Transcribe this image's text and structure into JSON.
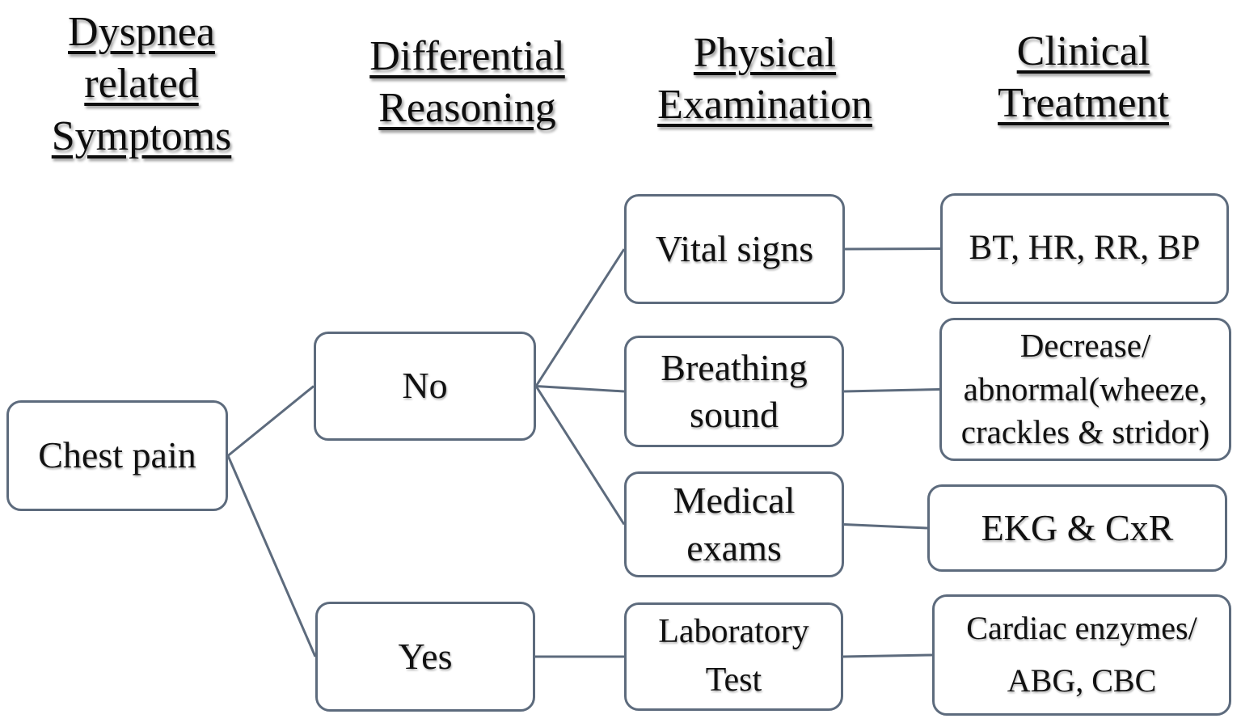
{
  "columns": [
    {
      "label": "Dyspnea\nrelated\nSymptoms"
    },
    {
      "label": "Differential\nReasoning"
    },
    {
      "label": "Physical\nExamination"
    },
    {
      "label": "Clinical\nTreatment"
    }
  ],
  "nodes": {
    "chest_pain": {
      "label": "Chest pain"
    },
    "no": {
      "label": "No"
    },
    "yes": {
      "label": "Yes"
    },
    "vital_signs": {
      "label": "Vital signs"
    },
    "breathing_sound": {
      "label": "Breathing\nsound"
    },
    "medical_exams": {
      "label": "Medical\nexams"
    },
    "laboratory_test": {
      "label": "Laboratory\nTest"
    },
    "bt_hr_rr_bp": {
      "label": "BT, HR, RR, BP"
    },
    "decrease_abnormal": {
      "label": "Decrease/\nabnormal(wheeze,\ncrackles & stridor)"
    },
    "ekg_cxr": {
      "label": "EKG & CxR"
    },
    "cardiac_enzymes": {
      "label": "Cardiac enzymes/\nABG, CBC"
    }
  },
  "edges": [
    {
      "from": "chest_pain",
      "to": "no"
    },
    {
      "from": "chest_pain",
      "to": "yes"
    },
    {
      "from": "no",
      "to": "vital_signs"
    },
    {
      "from": "no",
      "to": "breathing_sound"
    },
    {
      "from": "no",
      "to": "medical_exams"
    },
    {
      "from": "yes",
      "to": "laboratory_test"
    },
    {
      "from": "vital_signs",
      "to": "bt_hr_rr_bp"
    },
    {
      "from": "breathing_sound",
      "to": "decrease_abnormal"
    },
    {
      "from": "medical_exams",
      "to": "ekg_cxr"
    },
    {
      "from": "laboratory_test",
      "to": "cardiac_enzymes"
    }
  ],
  "colors": {
    "line": "#5d6b7d",
    "box_border": "#5d6b7d",
    "text": "#111111",
    "background": "#ffffff"
  }
}
